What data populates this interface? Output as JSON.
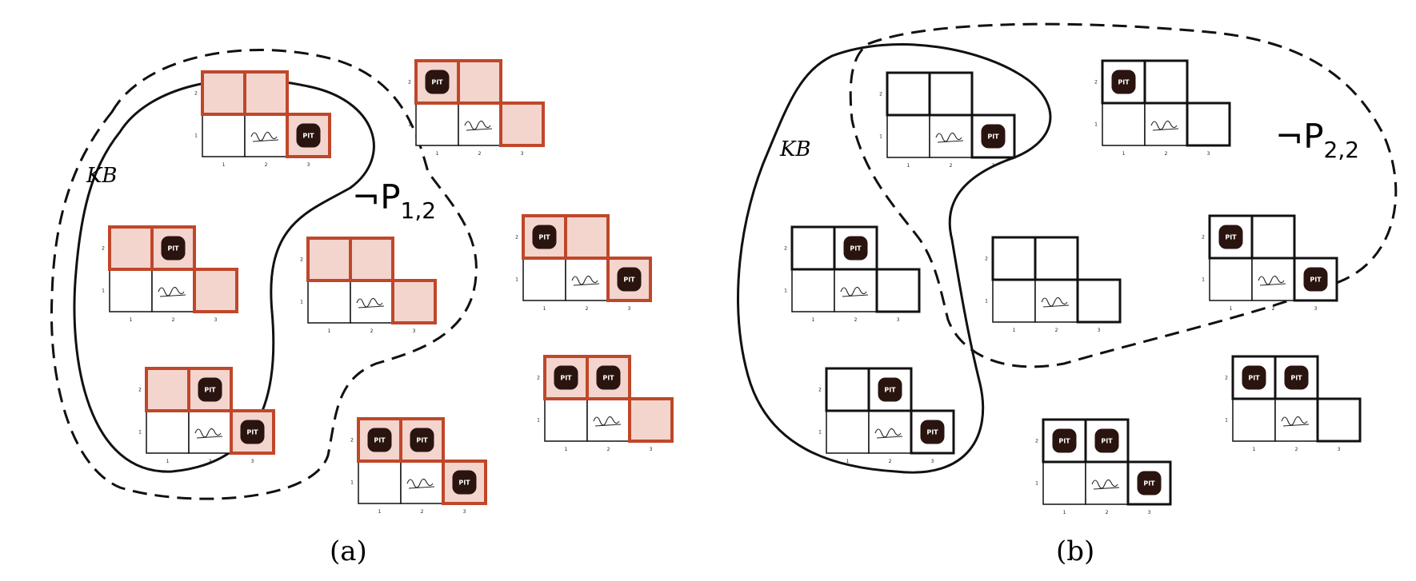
{
  "figure": {
    "panel_a": {
      "caption": "(a)",
      "kb_label": "KB",
      "query_label": {
        "prefix": "¬P",
        "subscript": "1,2"
      },
      "highlight_color": "#c0472a",
      "highlight_fill": "#f3d5cd"
    },
    "panel_b": {
      "caption": "(b)",
      "kb_label": "KB",
      "query_label": {
        "prefix": "¬P",
        "subscript": "2,2"
      }
    },
    "grid": {
      "row_labels": [
        "2",
        "1"
      ],
      "col_labels": [
        "1",
        "2",
        "3"
      ],
      "pit_text": "PIT",
      "start_icon": "stench-breeze-scribble-icon",
      "pit_icon": "pit-icon"
    },
    "models": [
      {
        "id": "m1",
        "pits": [
          false,
          false,
          true
        ]
      },
      {
        "id": "m2",
        "pits": [
          false,
          true,
          false
        ]
      },
      {
        "id": "m3",
        "pits": [
          false,
          true,
          true
        ]
      },
      {
        "id": "m4",
        "pits": [
          false,
          false,
          false
        ]
      },
      {
        "id": "m5",
        "pits": [
          true,
          false,
          false
        ]
      },
      {
        "id": "m6",
        "pits": [
          true,
          false,
          true
        ]
      },
      {
        "id": "m7",
        "pits": [
          true,
          true,
          false
        ]
      },
      {
        "id": "m8",
        "pits": [
          true,
          true,
          true
        ]
      }
    ]
  }
}
